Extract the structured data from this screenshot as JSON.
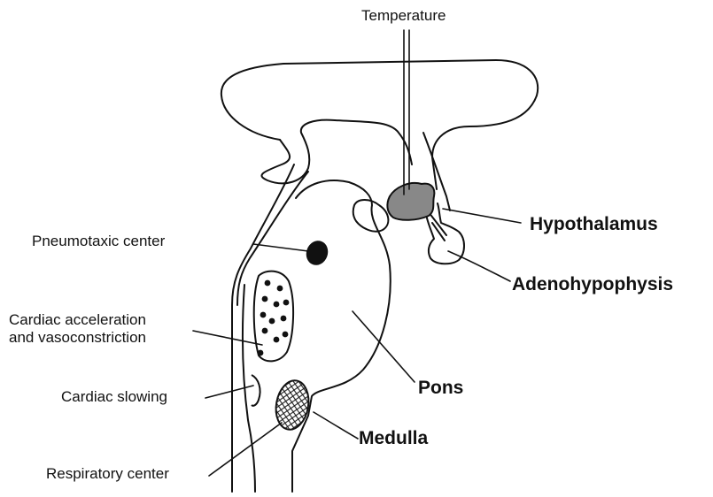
{
  "labels": {
    "temperature": "Temperature",
    "hypothalamus": "Hypothalamus",
    "adenohypophysis": "Adenohypophysis",
    "pneumotaxic": "Pneumotaxic center",
    "cardiac_accel_line1": "Cardiac acceleration",
    "cardiac_accel_line2": "and vasoconstriction",
    "cardiac_slowing": "Cardiac slowing",
    "pons": "Pons",
    "medulla": "Medulla",
    "respiratory": "Respiratory center"
  },
  "colors": {
    "ink": "#111111",
    "hypothalamic_nucleus_fill": "#888888",
    "background": "#ffffff"
  }
}
